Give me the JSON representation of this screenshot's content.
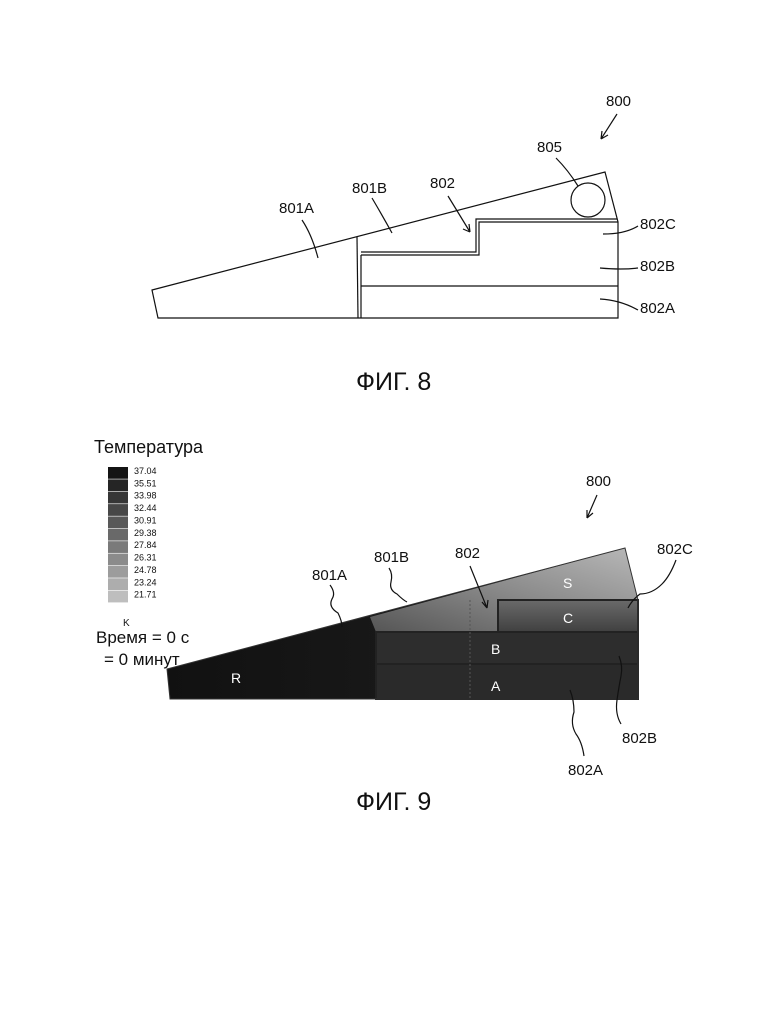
{
  "figure8": {
    "ref_device": "800",
    "ref_circle": "805",
    "ref_801A": "801A",
    "ref_801B": "801B",
    "ref_802": "802",
    "ref_802C": "802C",
    "ref_802B": "802B",
    "ref_802A": "802A",
    "caption": "ФИГ. 8"
  },
  "figure9": {
    "legend": {
      "title": "Температура",
      "values": [
        "37.04",
        "35.51",
        "33.98",
        "32.44",
        "30.91",
        "29.38",
        "27.84",
        "26.31",
        "24.78",
        "23.24",
        "21.71"
      ],
      "unit": "K",
      "time_line1": "Время = 0 с",
      "time_line2": "= 0 минут"
    },
    "ref_device": "800",
    "ref_801A": "801A",
    "ref_801B": "801B",
    "ref_802": "802",
    "ref_802C": "802C",
    "ref_802B": "802B",
    "ref_802A": "802A",
    "region_R": "R",
    "region_S": "S",
    "region_C": "C",
    "region_B": "B",
    "region_A": "A",
    "caption": "ФИГ. 9"
  }
}
